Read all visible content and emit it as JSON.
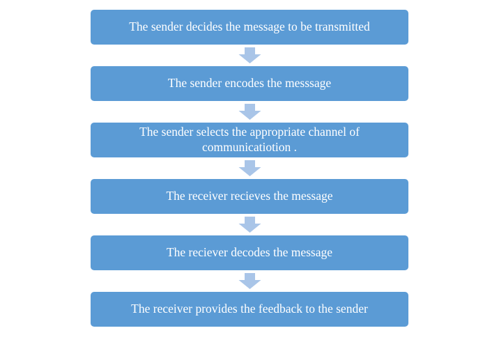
{
  "colors": {
    "box_fill": "#5b9bd5",
    "box_text": "#ffffff",
    "arrow_fill": "#a9c5e8",
    "background": "#ffffff"
  },
  "diagram": {
    "type": "vertical-process-flowchart",
    "connector_icon": "down-arrow-icon",
    "steps": [
      {
        "label": "The sender decides the message to be transmitted"
      },
      {
        "label": "The sender encodes the messsage"
      },
      {
        "label": "The sender selects the appropriate channel of communicatiotion ."
      },
      {
        "label": "The receiver recieves the message"
      },
      {
        "label": "The reciever decodes the message"
      },
      {
        "label": "The receiver provides the feedback to the sender"
      }
    ]
  }
}
